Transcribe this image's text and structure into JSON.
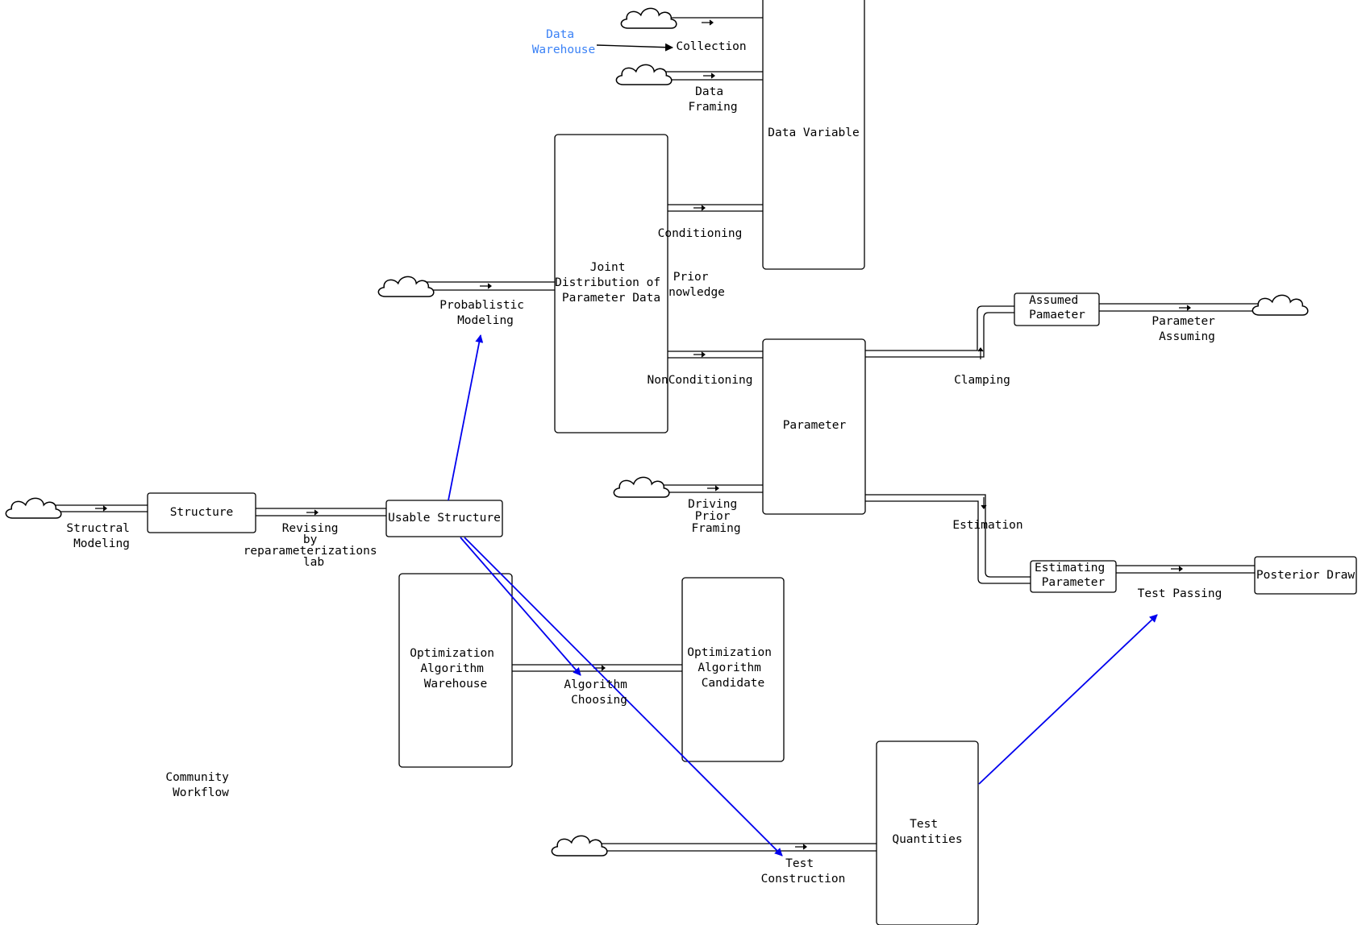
{
  "diagram": {
    "stocks": {
      "structure": "Structure",
      "usable_structure": "Usable Structure",
      "joint_distribution": [
        "Joint",
        "Distribution of",
        "Parameter Data"
      ],
      "data_variable": "Data Variable",
      "parameter": "Parameter",
      "assumed_parameter": [
        "Assumed",
        "Pamaeter"
      ],
      "estimating_parameter": [
        "Estimating",
        "Parameter"
      ],
      "posterior_draw": "Posterior Draw",
      "optimization_warehouse": [
        "Optimization",
        "Algorithm",
        "Warehouse"
      ],
      "optimization_candidate": [
        "Optimization",
        "Algorithm",
        "Candidate"
      ],
      "test_quantities": [
        "Test",
        "Quantities"
      ]
    },
    "flows": {
      "structral_modeling": [
        "Structral",
        "Modeling"
      ],
      "revising": [
        "Revising",
        "by",
        "reparameterizations",
        "lab"
      ],
      "probablistic_modeling": [
        "Probablistic",
        "Modeling"
      ],
      "collection": "Collection",
      "data_framing": [
        "Data",
        "Framing"
      ],
      "conditioning": "Conditioning",
      "prior_knowledge": [
        "Prior",
        "nowledge"
      ],
      "non_conditioning": "NonConditioning",
      "driving_prior_framing": [
        "Driving",
        "Prior",
        "Framing"
      ],
      "clamping": "Clamping",
      "parameter_assuming": [
        "Parameter",
        "Assuming"
      ],
      "estimation": "Estimation",
      "test_passing": "Test Passing",
      "algorithm_choosing": [
        "Algorithm",
        "Choosing"
      ],
      "test_construction": [
        "Test",
        "Construction"
      ]
    },
    "notes": {
      "data_warehouse": [
        "Data",
        "Warehouse"
      ],
      "community_workflow": [
        "Community",
        "Workflow"
      ]
    }
  }
}
